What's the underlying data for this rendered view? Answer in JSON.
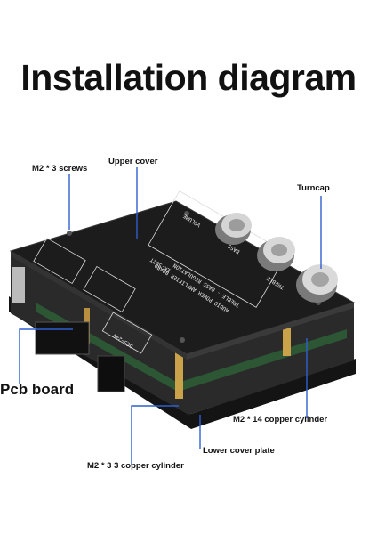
{
  "title": "Installation diagram",
  "labels": {
    "upper_cover": "Upper cover",
    "screws": "M2 * 3 screws",
    "turncap": "Turncap",
    "pcb_board": "Pcb board",
    "m2_14": "M2 * 14 copper cylinder",
    "lower_cover": "Lower cover plate",
    "m2_33": "M2 * 3 3 copper cylinder"
  },
  "board_silk": {
    "model": "ZK-502T",
    "line1": "AUDIO POWER AMPLIFIER BOARD",
    "line2": "TREBLE - BASS REGULATION",
    "volume": "VOLUME",
    "bass": "BASS",
    "treble": "TREBLE",
    "voltage": "DC5~24V"
  },
  "colors": {
    "callout_line": "#2f5fd0",
    "board": "#1c1c1c",
    "brass": "#c9a24a"
  }
}
